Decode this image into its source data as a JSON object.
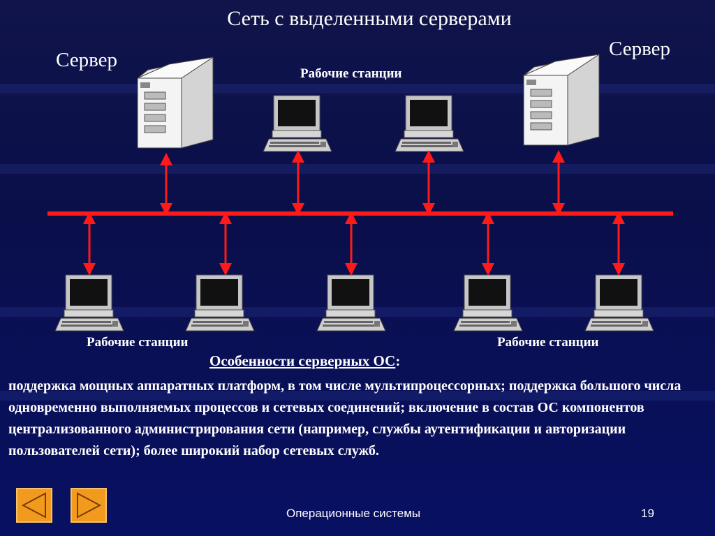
{
  "slide": {
    "title": "Сеть с выделенными серверами",
    "footer": "Операционные системы",
    "page_number": "19"
  },
  "diagram": {
    "server_left_label": "Сервер",
    "server_right_label": "Сервер",
    "workstations_top_label": "Рабочие станции",
    "workstations_bottom_left_label": "Рабочие станции",
    "workstations_bottom_right_label": "Рабочие станции",
    "bus_color": "#ff1a1a",
    "background_color": "#0a0f4a"
  },
  "features": {
    "heading": "Особенности серверных ОС",
    "heading_suffix": ":",
    "body": "поддержка мощных аппаратных платформ, в том числе мультипроцессорных; поддержка большого числа одновременно выполняемых процессов и сетевых соединений;  включение в состав ОС компонентов централизованного администрирования сети (например, службы аутентификации и авторизации пользователей сети);   более широкий набор сетевых служб."
  },
  "navigation": {
    "prev_icon": "triangle-left-icon",
    "next_icon": "triangle-right-icon",
    "button_color": "#f29a1e"
  }
}
